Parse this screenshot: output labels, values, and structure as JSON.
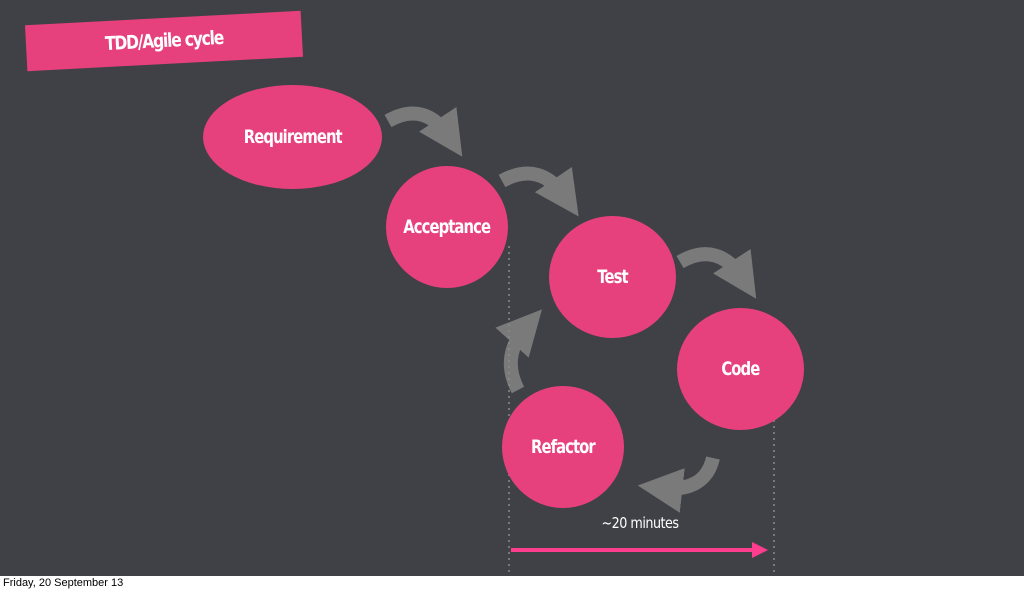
{
  "slide": {
    "title": "TDD/Agile cycle",
    "background_color": "#3f4146",
    "accent_color": "#e6407d",
    "arrow_color": "#7a7a7a",
    "timeline_color": "#ff3d8f"
  },
  "nodes": {
    "requirement": "Requirement",
    "acceptance": "Acceptance",
    "test": "Test",
    "code": "Code",
    "refactor": "Refactor"
  },
  "timeline": {
    "label": "~20 minutes"
  },
  "footer": {
    "date": "Friday, 20 September 13"
  }
}
